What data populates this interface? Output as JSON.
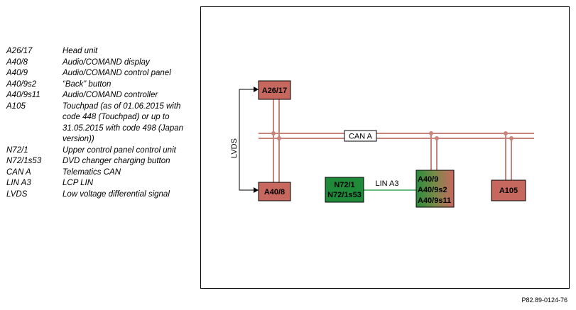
{
  "legend": [
    {
      "code": "A26/17",
      "desc": "Head unit"
    },
    {
      "code": "A40/8",
      "desc": "Audio/COMAND display"
    },
    {
      "code": "A40/9",
      "desc": "Audio/COMAND control panel"
    },
    {
      "code": "A40/9s2",
      "desc": "“Back” button"
    },
    {
      "code": "A40/9s11",
      "desc": "Audio/COMAND controller"
    },
    {
      "code": "A105",
      "desc": "Touchpad (as of 01.06.2015 with code 448 (Touchpad) or up to 31.05.2015 with code 498 (Japan version))"
    },
    {
      "code": "N72/1",
      "desc": "Upper control panel control unit"
    },
    {
      "code": "N72/1s53",
      "desc": "DVD changer charging button"
    },
    {
      "code": "CAN A",
      "desc": "Telematics CAN"
    },
    {
      "code": "LIN A3",
      "desc": "LCP LIN"
    },
    {
      "code": "LVDS",
      "desc": "Low voltage differential signal"
    }
  ],
  "diagram": {
    "boxes": {
      "a26_17": "A26/17",
      "a40_8": "A40/8",
      "n72_1": [
        "N72/1",
        "N72/1s53"
      ],
      "a40_9": [
        "A40/9",
        "A40/9s2",
        "A40/9s11"
      ],
      "a105": "A105"
    },
    "labels": {
      "can": "CAN A",
      "lin": "LIN A3",
      "lvds": "LVDS"
    },
    "colors": {
      "can_bus": "#c8837a",
      "red_box": "#c7685f",
      "green_box": "#1f8a3a",
      "lin_line": "#3aa35a"
    }
  },
  "doc_ref": "P82.89-0124-76"
}
